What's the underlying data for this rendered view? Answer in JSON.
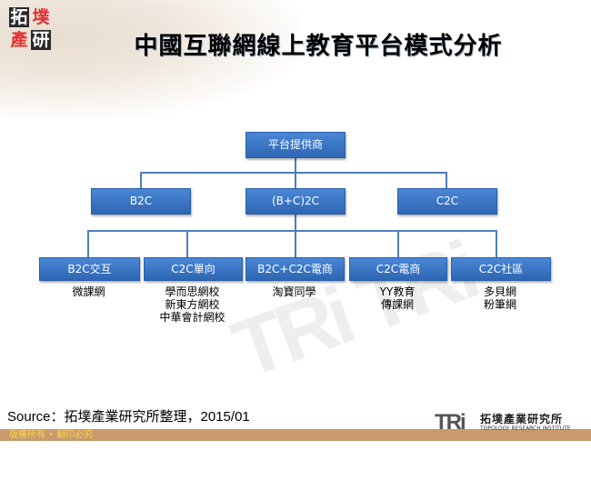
{
  "logo": {
    "chars": [
      "拓",
      "墣",
      "產",
      "研"
    ]
  },
  "title": "中國互聯網線上教育平台模式分析",
  "watermark": "TRi TRi",
  "diagram": {
    "root": {
      "label": "平台提供商"
    },
    "level2": [
      {
        "label": "B2C"
      },
      {
        "label": "(B+C)2C"
      },
      {
        "label": "C2C"
      }
    ],
    "level3": [
      {
        "label": "B2C交互",
        "examples": [
          "微課網"
        ]
      },
      {
        "label": "C2C單向",
        "examples": [
          "學而思網校",
          "新東方網校",
          "中華會計網校"
        ]
      },
      {
        "label": "B2C+C2C電商",
        "examples": [
          "淘寶同學"
        ]
      },
      {
        "label": "C2C電商",
        "examples": [
          "YY教育",
          "傳課網"
        ]
      },
      {
        "label": "C2C社區",
        "examples": [
          "多貝網",
          "粉筆網"
        ]
      }
    ],
    "colors": {
      "box": "#3a76c6",
      "line": "#4c7fc0"
    }
  },
  "source": "Source：拓墣產業研究所整理，2015/01",
  "footer": {
    "copyright": "版權所有 • 翻印必究",
    "brand_mark": "TRi",
    "brand_cn": "拓墣產業研究所",
    "brand_en": "TOPOLOGY RESEARCH INSTITUTE"
  }
}
